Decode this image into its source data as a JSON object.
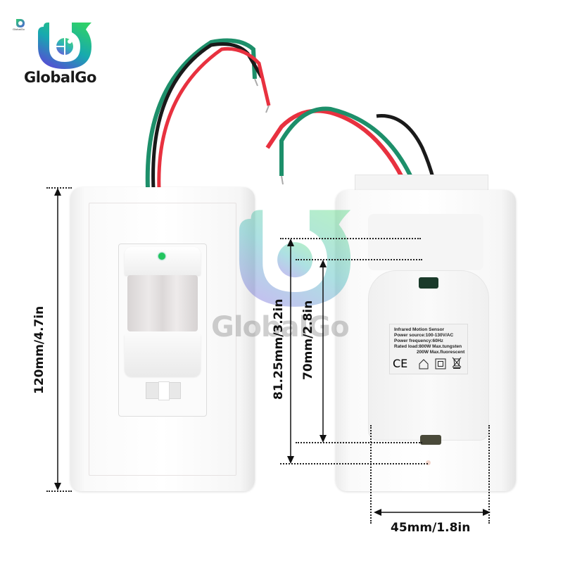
{
  "brand": {
    "name": "GlobalGo",
    "small_logo_text": "GlobalGo",
    "colors": {
      "gradient_top": "#2ecc71",
      "gradient_mid": "#1aa6b7",
      "gradient_bottom": "#5b4bd8",
      "text": "#1a1a1a"
    }
  },
  "watermark": {
    "text": "GlobalGo"
  },
  "product": {
    "front_view": {
      "led_color": "#22c55e"
    },
    "back_view": {
      "label": {
        "lines": [
          "Infrared Motion Sensor",
          "Power source:100-130V/AC",
          "Power frequency:60Hz",
          "Rated load:800W Max.tungsten",
          "200W Max.fluorescent"
        ],
        "symbols": [
          "ce-mark-icon",
          "house-icon",
          "double-square-icon",
          "weee-bin-icon"
        ],
        "ce_text": "CE"
      }
    },
    "wires": [
      {
        "color": "#1d8f6a",
        "name": "green"
      },
      {
        "color": "#1a1a1a",
        "name": "black"
      },
      {
        "color": "#e8313f",
        "name": "red"
      }
    ]
  },
  "dimensions": {
    "height": "120mm/4.7in",
    "back_outer": "81.25mm/3.2in",
    "back_inner": "70mm/2.8in",
    "width": "45mm/1.8in"
  }
}
